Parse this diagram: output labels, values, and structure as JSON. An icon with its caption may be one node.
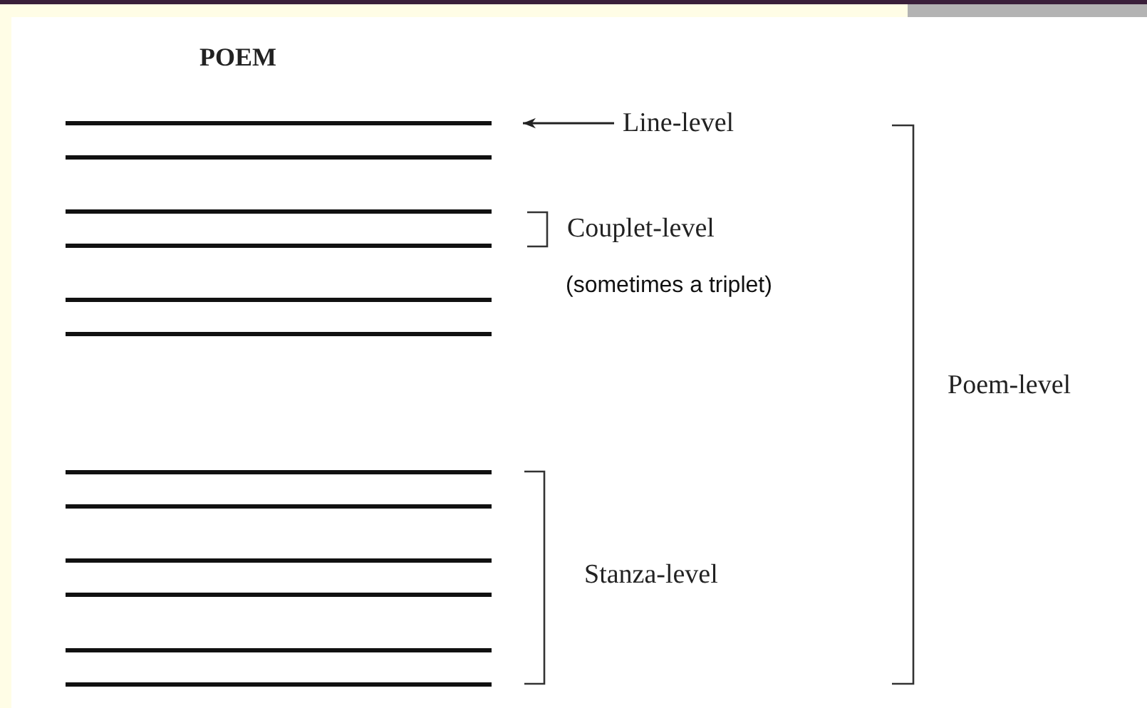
{
  "diagram": {
    "title": "POEM",
    "nodes": [
      {
        "text": [
          "Line-level"
        ]
      },
      {
        "text": [],
        "shape": "bar"
      }
    ],
    "edges": [
      {
        "from": 0,
        "to": 1,
        "arrow": "to"
      }
    ],
    "labels": [
      "Couplet-level",
      "(sometimes a triplet)",
      "Poem-level",
      "Stanza-level"
    ]
  }
}
